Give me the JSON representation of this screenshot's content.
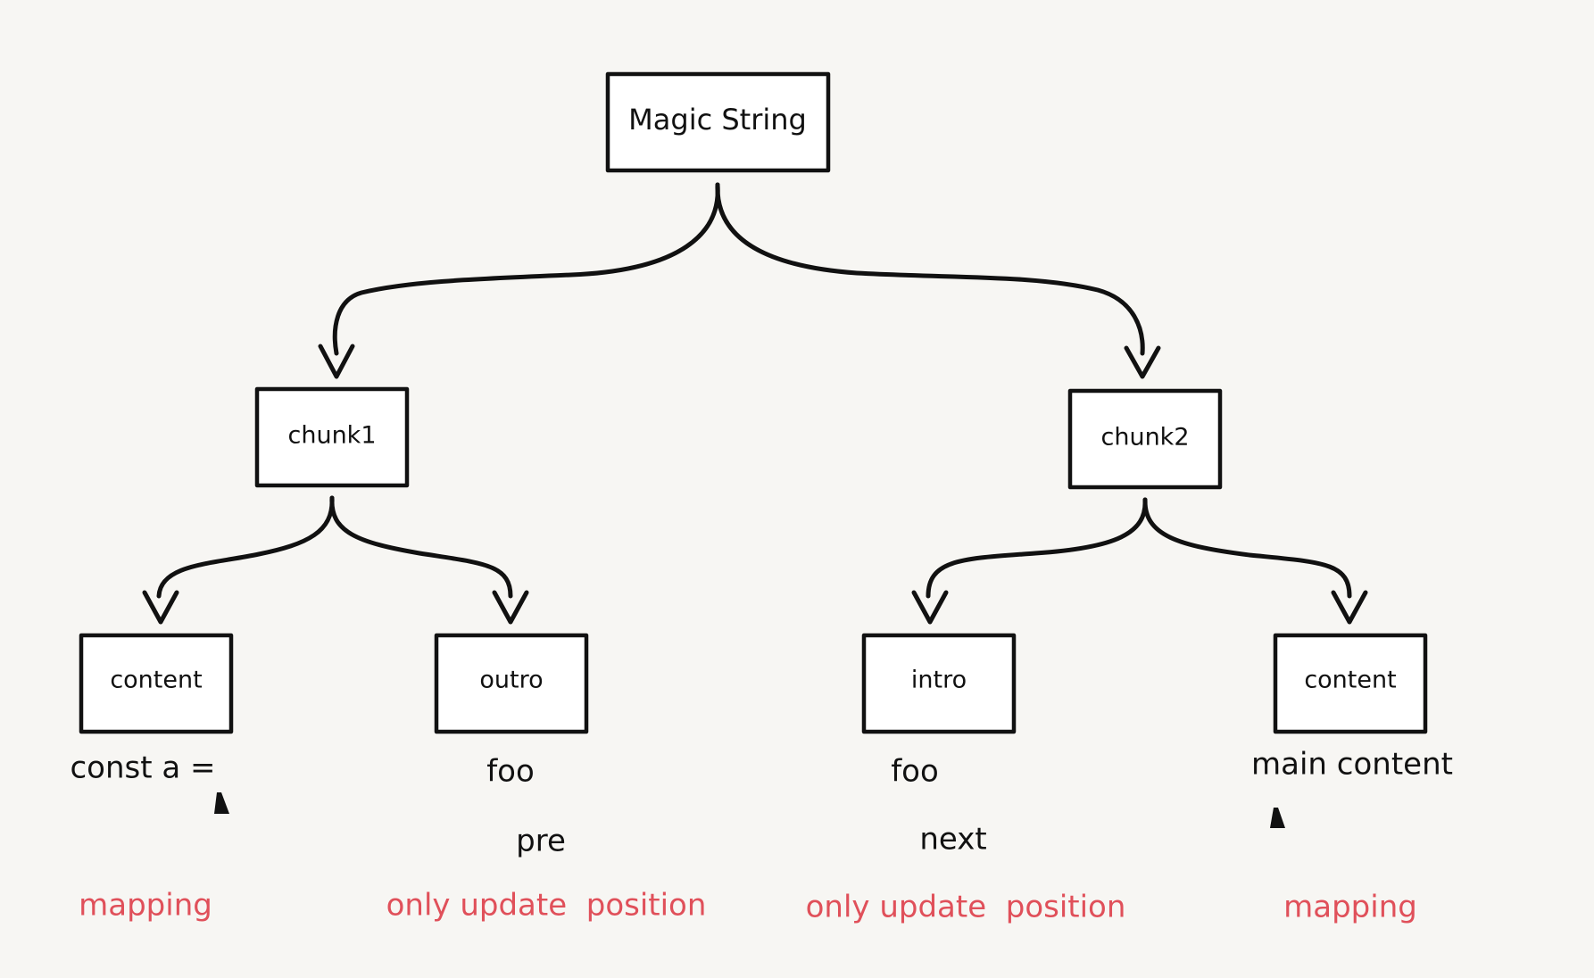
{
  "root": {
    "label": "Magic String"
  },
  "chunks": [
    {
      "label": "chunk1"
    },
    {
      "label": "chunk2"
    }
  ],
  "leaves": [
    {
      "label": "content",
      "value": "const a =",
      "note": "mapping"
    },
    {
      "label": "outro",
      "value": "foo",
      "sub_value": "pre",
      "note": "only update  position"
    },
    {
      "label": "intro",
      "value": "foo",
      "sub_value": "next",
      "note": "only update  position"
    },
    {
      "label": "content",
      "value": "main content",
      "note": "mapping"
    }
  ],
  "colors": {
    "background": "#f7f6f3",
    "stroke": "#111111",
    "note": "#e0505a"
  }
}
